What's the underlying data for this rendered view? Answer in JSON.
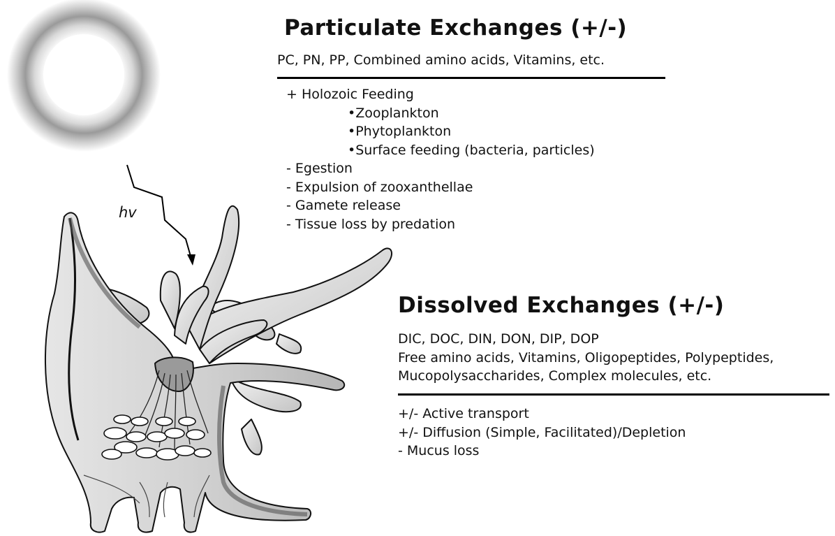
{
  "light_label": "hv",
  "particulate": {
    "title": "Particulate Exchanges (+/-)",
    "subtitle": "PC, PN, PP, Combined amino acids, Vitamins, etc.",
    "items": [
      "+ Holozoic Feeding",
      "•Zooplankton",
      "•Phytoplankton",
      "•Surface feeding (bacteria, particles)",
      "- Egestion",
      "- Expulsion of zooxanthellae",
      "- Gamete release",
      "- Tissue loss by predation"
    ]
  },
  "dissolved": {
    "title": "Dissolved Exchanges (+/-)",
    "subtitle_lines": [
      "DIC, DOC, DIN, DON, DIP, DOP",
      "Free amino acids, Vitamins, Oligopeptides, Polypeptides,",
      "Mucopolysaccharides, Complex molecules, etc."
    ],
    "items": [
      "+/- Active transport",
      "+/- Diffusion (Simple, Facilitated)/Depletion",
      "- Mucus loss"
    ]
  },
  "icons": {
    "sun": "sun-icon",
    "light_arrow": "light-ray-arrow-icon",
    "coral_polyp": "coral-polyp-illustration"
  }
}
